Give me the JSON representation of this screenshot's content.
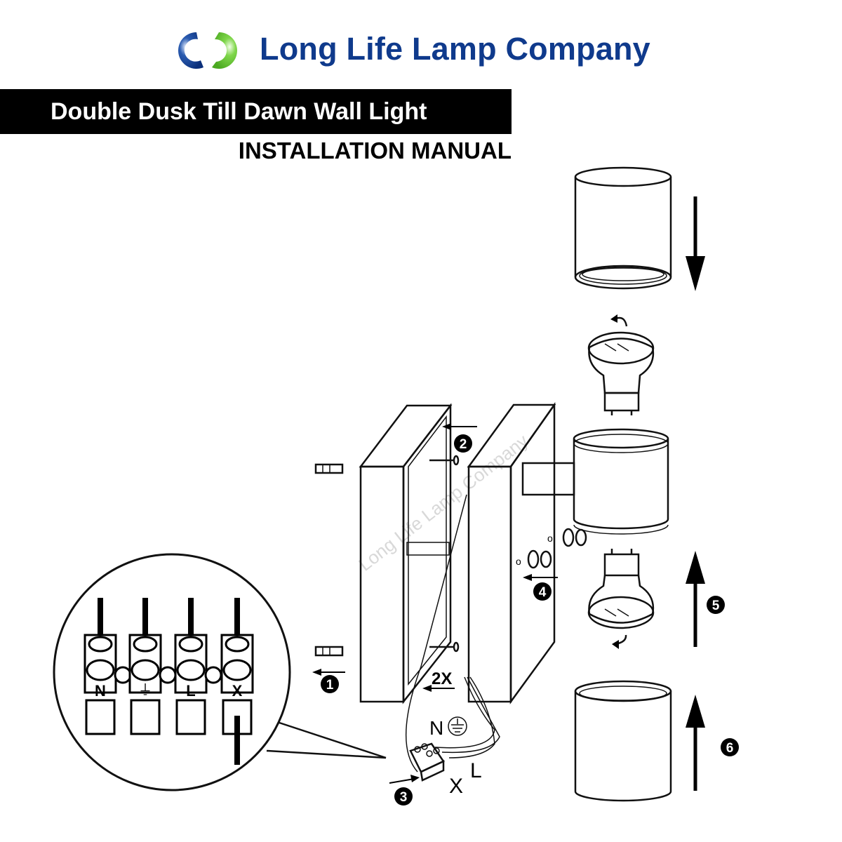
{
  "header": {
    "brand_name": "Long Life Lamp Company",
    "logo_colors": {
      "blue": "#123f8f",
      "green": "#6fcf3a"
    },
    "product_title": "Double Dusk Till Dawn Wall Light",
    "document_type": "INSTALLATION MANUAL"
  },
  "diagram": {
    "watermark": "Long Life Lamp Company",
    "steps": [
      "1",
      "2",
      "3",
      "4",
      "5",
      "6"
    ],
    "screw_count_label": "2X",
    "wire_labels": {
      "neutral": "N",
      "live": "L",
      "switched": "X"
    },
    "terminal_block_labels": [
      "N",
      "⏚",
      "L",
      "X"
    ]
  }
}
